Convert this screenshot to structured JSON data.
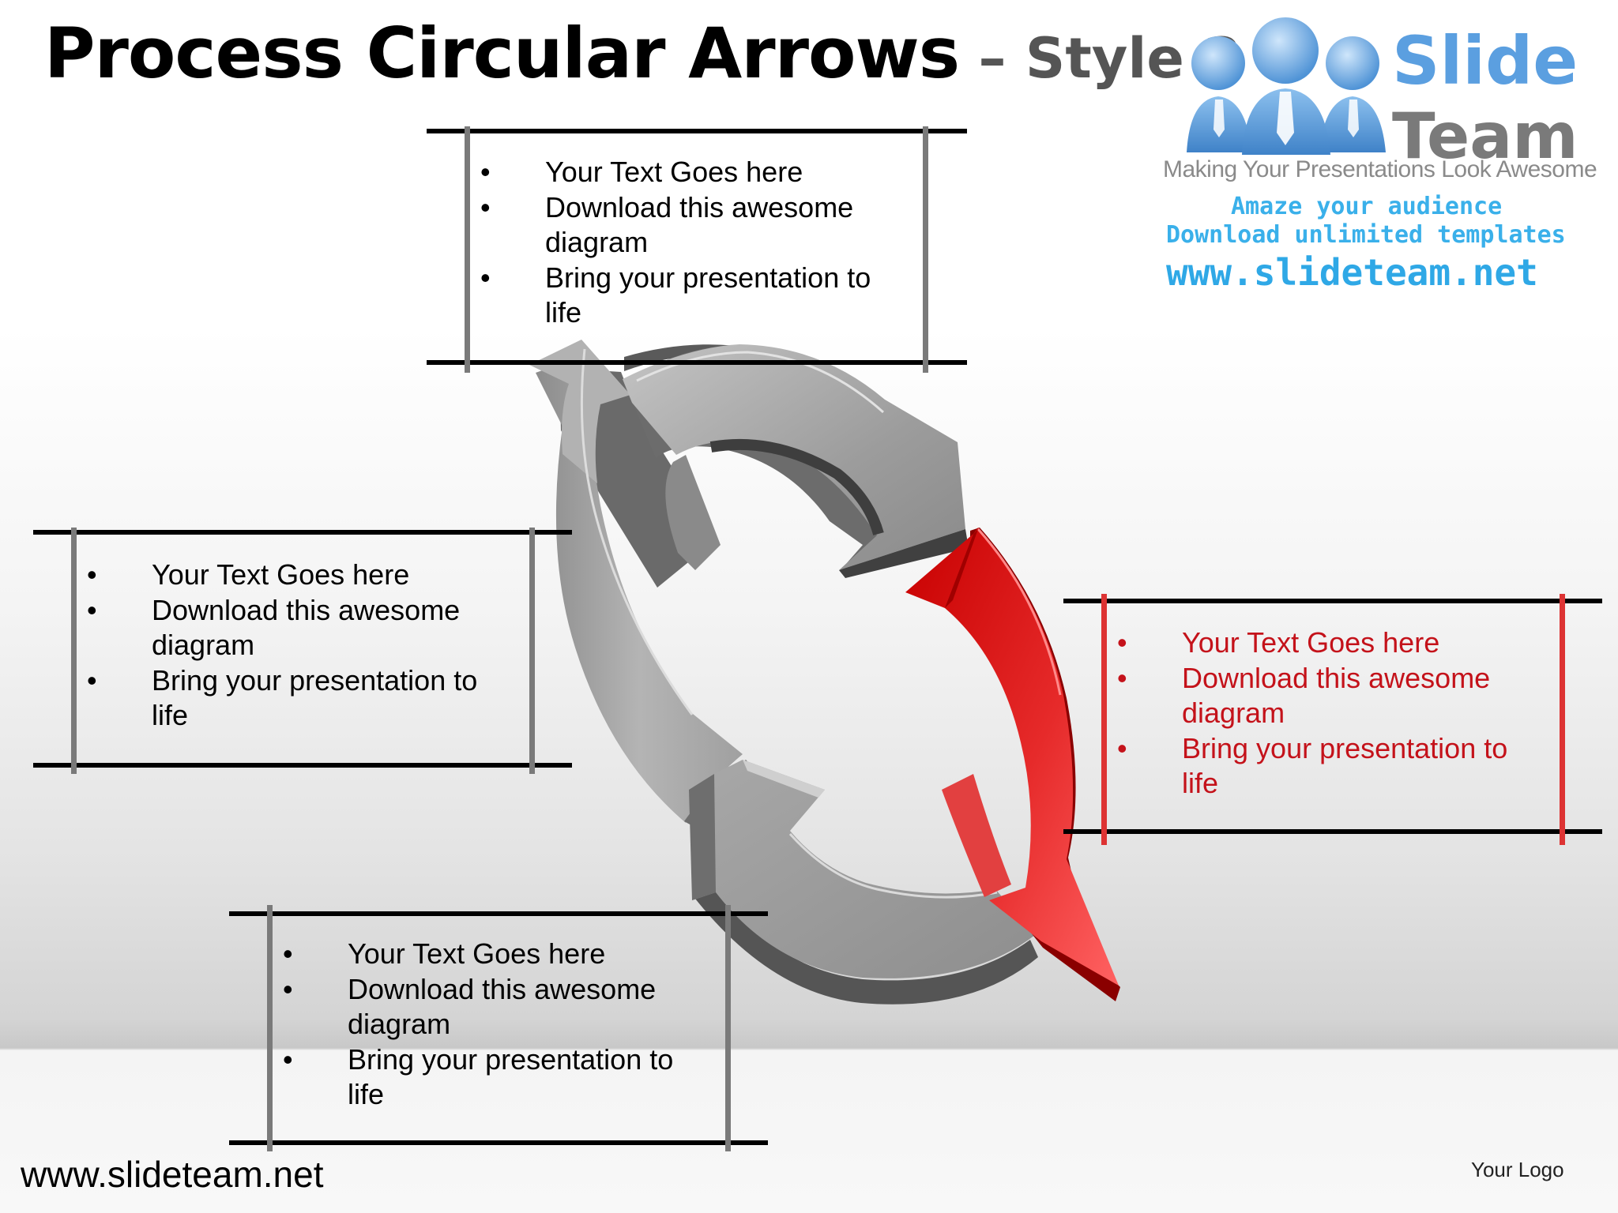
{
  "title": {
    "main": "Process Circular Arrows",
    "suffix": " – Style 2"
  },
  "logo": {
    "word1": "Slide",
    "word2": "Team",
    "tagline": "Making Your Presentations Look Awesome",
    "line1": "Amaze your audience",
    "line2": "Download unlimited templates",
    "line3": "www.slideteam.net"
  },
  "boxes": [
    {
      "id": "top",
      "bullets": [
        "Your Text Goes here",
        "Download this awesome diagram",
        "Bring your presentation to life"
      ]
    },
    {
      "id": "left",
      "bullets": [
        "Your Text Goes here",
        "Download this awesome diagram",
        "Bring your presentation to life"
      ]
    },
    {
      "id": "right",
      "bullets": [
        "Your Text Goes here",
        "Download this awesome diagram",
        "Bring your presentation to life"
      ]
    },
    {
      "id": "bottom",
      "bullets": [
        "Your Text Goes here",
        "Download this awesome diagram",
        "Bring your presentation to life"
      ]
    }
  ],
  "colors": {
    "accent": "#cc0000",
    "arrow_gray": "#9a9a9a"
  },
  "footer": {
    "url": "www.slideteam.net",
    "logo_placeholder": "Your Logo"
  }
}
